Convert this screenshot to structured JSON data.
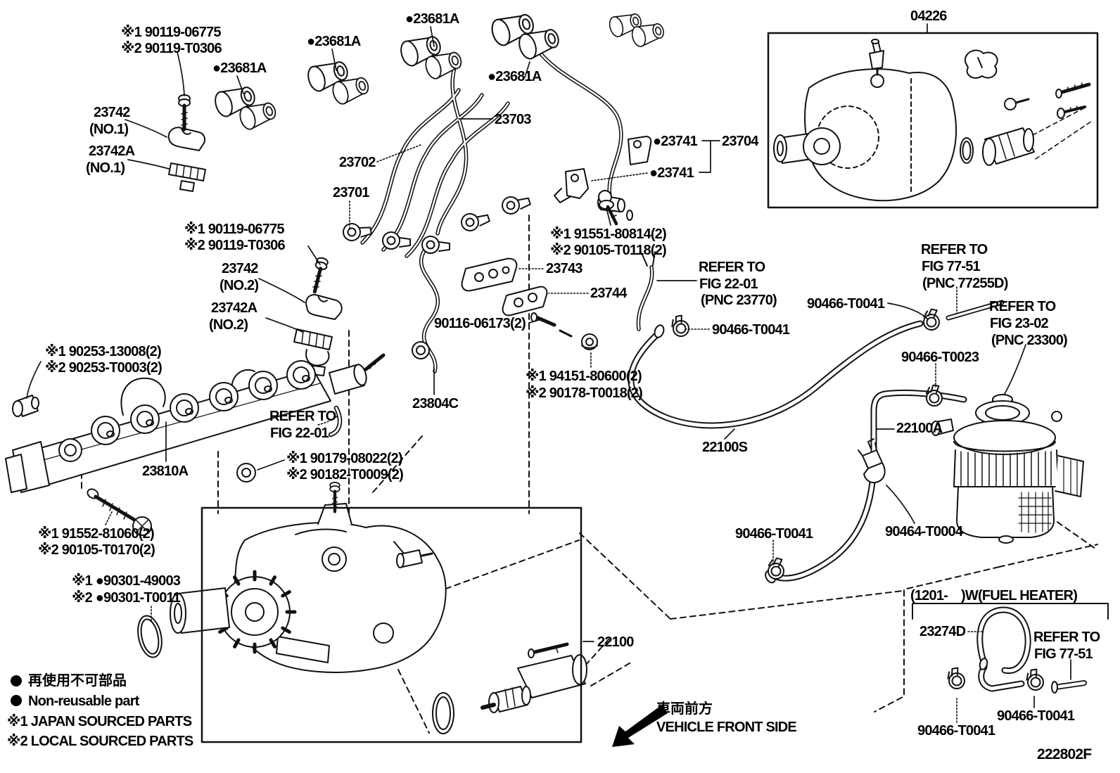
{
  "figure_code": "222802F",
  "legend": {
    "nonreusable_symbol": "●",
    "nonreusable_jp": "再使用不可部品",
    "nonreusable_en": "Non-reusable part",
    "source_note_1": "※1 JAPAN SOURCED PARTS",
    "source_note_2": "※2 LOCAL SOURCED PARTS"
  },
  "front_direction": {
    "jp": "車両前方",
    "en": "VEHICLE FRONT SIDE"
  },
  "labels": [
    {
      "t": "※1 90119-06775"
    },
    {
      "t": "※2 90119-T0306"
    },
    {
      "t": "●23681A"
    },
    {
      "t": "●23681A"
    },
    {
      "t": "●23681A"
    },
    {
      "t": "●23681A"
    },
    {
      "t": "04226"
    },
    {
      "t": "23742"
    },
    {
      "t": "(NO.1)"
    },
    {
      "t": "23742A"
    },
    {
      "t": "(NO.1)"
    },
    {
      "t": "23703"
    },
    {
      "t": "23702"
    },
    {
      "t": "●23741"
    },
    {
      "t": "23704"
    },
    {
      "t": "●23741"
    },
    {
      "t": "23701"
    },
    {
      "t": "※1 90119-06775"
    },
    {
      "t": "※2 90119-T0306"
    },
    {
      "t": "※1 91551-80814(2)"
    },
    {
      "t": "※2 90105-T0118(2)"
    },
    {
      "t": "23742"
    },
    {
      "t": "(NO.2)"
    },
    {
      "t": "23743"
    },
    {
      "t": "23742A"
    },
    {
      "t": "(NO.2)"
    },
    {
      "t": "23744"
    },
    {
      "t": "REFER TO"
    },
    {
      "t": "FIG 22-01"
    },
    {
      "t": "(PNC 23770)"
    },
    {
      "t": "REFER TO"
    },
    {
      "t": "FIG 77-51"
    },
    {
      "t": "(PNC 77255D)"
    },
    {
      "t": "90466-T0041"
    },
    {
      "t": "REFER TO"
    },
    {
      "t": "FIG 23-02"
    },
    {
      "t": "(PNC 23300)"
    },
    {
      "t": "90116-06173(2)"
    },
    {
      "t": "90466-T0041"
    },
    {
      "t": "※1 90253-13008(2)"
    },
    {
      "t": "※2 90253-T0003(2)"
    },
    {
      "t": "90466-T0023"
    },
    {
      "t": "※1 94151-80600(2)"
    },
    {
      "t": "※2 90178-T0018(2)"
    },
    {
      "t": "23804C"
    },
    {
      "t": "REFER TO"
    },
    {
      "t": "FIG 22-01"
    },
    {
      "t": "22100A"
    },
    {
      "t": "22100S"
    },
    {
      "t": "23810A"
    },
    {
      "t": "※1 90179-08022(2)"
    },
    {
      "t": "※2 90182-T0009(2)"
    },
    {
      "t": "※1 91552-81060(2)"
    },
    {
      "t": "※2 90105-T0170(2)"
    },
    {
      "t": "90466-T0041"
    },
    {
      "t": "90464-T0004"
    },
    {
      "t": "※1 ●90301-49003"
    },
    {
      "t": "※2 ●90301-T0011"
    },
    {
      "t": "(1201-    )W(FUEL HEATER)"
    },
    {
      "t": "23274D"
    },
    {
      "t": "REFER TO"
    },
    {
      "t": "FIG 77-51"
    },
    {
      "t": "22100"
    },
    {
      "t": "90466-T0041"
    },
    {
      "t": "90466-T0041"
    }
  ]
}
